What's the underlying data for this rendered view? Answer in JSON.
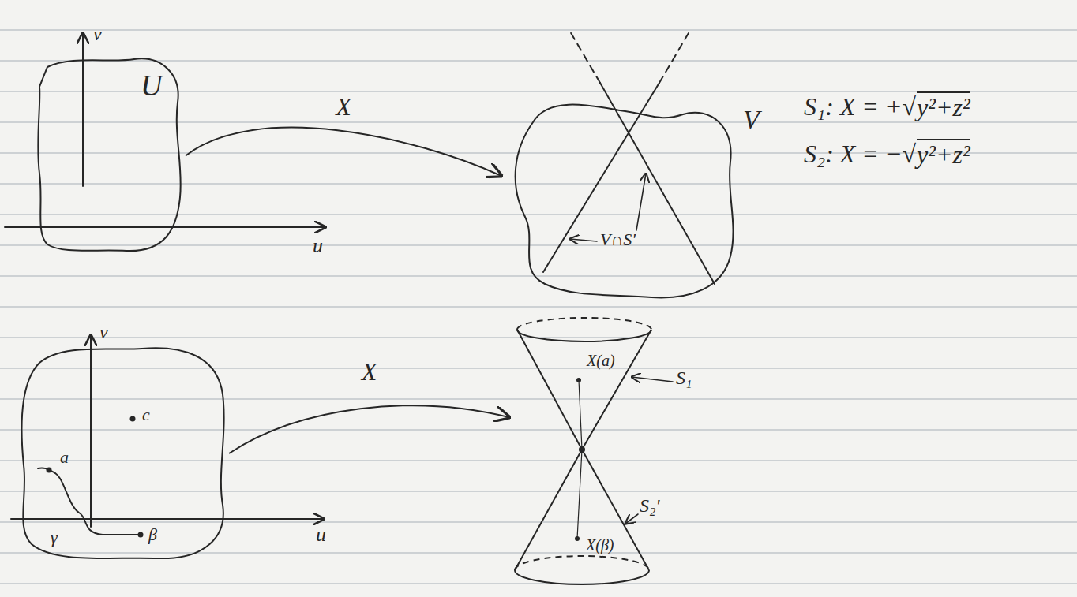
{
  "diagram": {
    "nodes": [
      {
        "text": [
          "U"
        ]
      },
      {
        "text": [
          "V"
        ]
      },
      {
        "text": [
          "a",
          "c",
          "β",
          "γ"
        ]
      },
      {
        "text": [
          "X(a)",
          "X(β)"
        ]
      }
    ],
    "edges": [
      {
        "from": 0,
        "to": 1,
        "arrow": "to",
        "label": "X"
      },
      {
        "from": 2,
        "to": 3,
        "arrow": "to",
        "label": "X"
      }
    ],
    "labels": [
      "v",
      "u",
      "V∩S'",
      "S₁: X = +√",
      "y²+z²",
      "S₂: X = −√",
      "y²+z²",
      "v",
      "u",
      "S₁",
      "S₂'"
    ]
  }
}
